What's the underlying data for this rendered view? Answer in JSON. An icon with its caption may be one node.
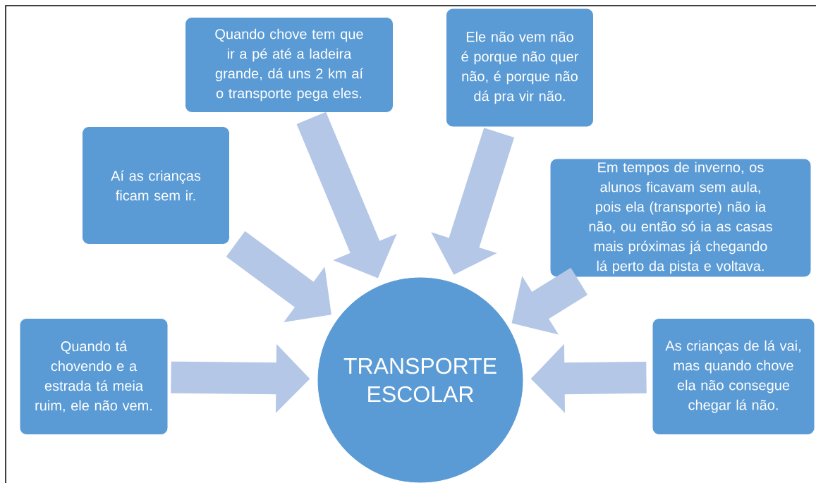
{
  "diagram": {
    "nodes": [
      {
        "text": [
          "TRANSPORTE ESCOLAR"
        ]
      },
      {
        "text": [
          "Quando chove tem que ir a pé até a ladeira grande, dá uns 2 km aí o transporte pega eles."
        ]
      },
      {
        "text": [
          "Ele não vem não é porque não quer não, é porque não dá pra vir não."
        ]
      },
      {
        "text": [
          "Aí as crianças ficam sem ir."
        ]
      },
      {
        "text": [
          "Em tempos de inverno, os alunos ficavam sem aula, pois ela (transporte) não ia não, ou então só ia as casas mais próximas já chegando lá perto da pista e voltava."
        ]
      },
      {
        "text": [
          "Quando tá chovendo e a estrada tá meia ruim, ele não vem."
        ]
      },
      {
        "text": [
          "As crianças de lá vai, mas quando chove ela não consegue chegar lá não."
        ]
      }
    ],
    "edges": [
      {
        "from": 1,
        "to": 0,
        "arrow": "to"
      },
      {
        "from": 2,
        "to": 0,
        "arrow": "to"
      },
      {
        "from": 3,
        "to": 0,
        "arrow": "to"
      },
      {
        "from": 4,
        "to": 0,
        "arrow": "to"
      },
      {
        "from": 5,
        "to": 0,
        "arrow": "to"
      },
      {
        "from": 6,
        "to": 0,
        "arrow": "to"
      }
    ]
  }
}
